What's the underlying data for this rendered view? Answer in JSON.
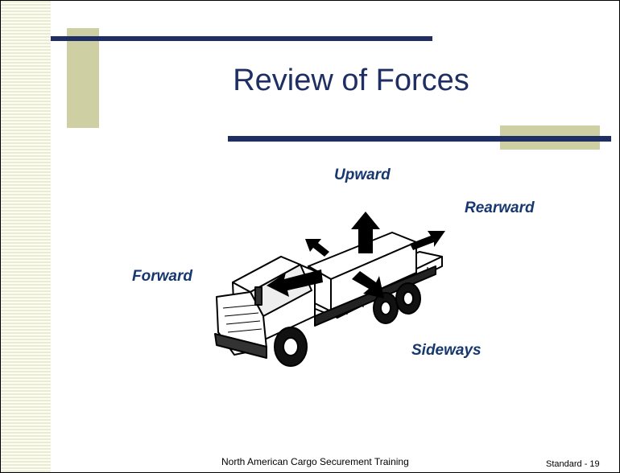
{
  "slide": {
    "title": "Review of Forces",
    "labels": {
      "upward": "Upward",
      "rearward": "Rearward",
      "forward": "Forward",
      "sideways": "Sideways"
    },
    "footer": {
      "center": "North American Cargo Securement Training",
      "right": "Standard - 19"
    }
  },
  "colors": {
    "title": "#1f2e63",
    "accent_khaki": "#cfcfa4",
    "label": "#17386e"
  }
}
